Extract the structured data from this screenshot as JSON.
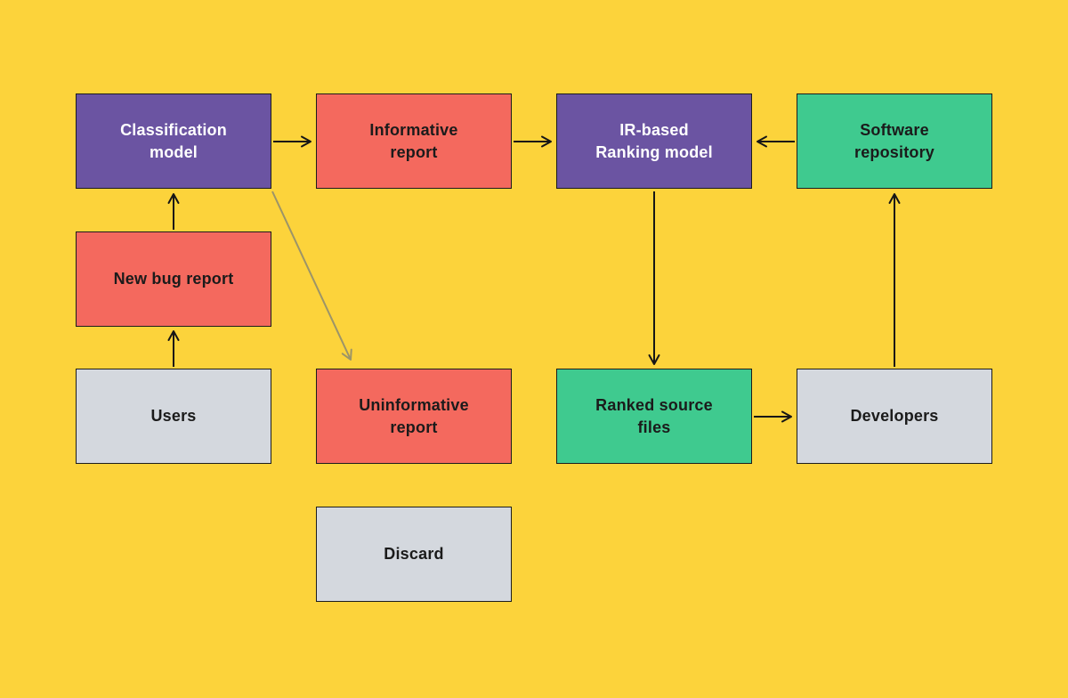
{
  "diagram": {
    "colors": {
      "background": "#fcd33b",
      "purple": "#6b54a2",
      "coral": "#f4695e",
      "green": "#3fca8f",
      "gray": "#d4d8de",
      "border": "#1c1c1c",
      "arrow": "#161616",
      "muted_arrow": "#9c9468",
      "text_light": "#ffffff",
      "text_dark": "#1b1b1b"
    },
    "nodes": {
      "classification_model": {
        "label": "Classification\nmodel",
        "color": "purple"
      },
      "informative_report": {
        "label": "Informative\nreport",
        "color": "coral"
      },
      "ir_ranking_model": {
        "label": "IR-based\nRanking model",
        "color": "purple"
      },
      "software_repository": {
        "label": "Software\nrepository",
        "color": "green"
      },
      "new_bug_report": {
        "label": "New bug report",
        "color": "coral"
      },
      "users": {
        "label": "Users",
        "color": "gray"
      },
      "uninformative_report": {
        "label": "Uninformative\nreport",
        "color": "coral"
      },
      "discard": {
        "label": "Discard",
        "color": "gray"
      },
      "ranked_source_files": {
        "label": "Ranked source\nfiles",
        "color": "green"
      },
      "developers": {
        "label": "Developers",
        "color": "gray"
      }
    },
    "edges": [
      {
        "from": "users",
        "to": "new_bug_report",
        "style": "black"
      },
      {
        "from": "new_bug_report",
        "to": "classification_model",
        "style": "black"
      },
      {
        "from": "classification_model",
        "to": "informative_report",
        "style": "black"
      },
      {
        "from": "informative_report",
        "to": "ir_ranking_model",
        "style": "black"
      },
      {
        "from": "software_repository",
        "to": "ir_ranking_model",
        "style": "black"
      },
      {
        "from": "ir_ranking_model",
        "to": "ranked_source_files",
        "style": "black"
      },
      {
        "from": "ranked_source_files",
        "to": "developers",
        "style": "black"
      },
      {
        "from": "developers",
        "to": "software_repository",
        "style": "black"
      },
      {
        "from": "classification_model",
        "to": "uninformative_report",
        "style": "muted"
      }
    ]
  }
}
